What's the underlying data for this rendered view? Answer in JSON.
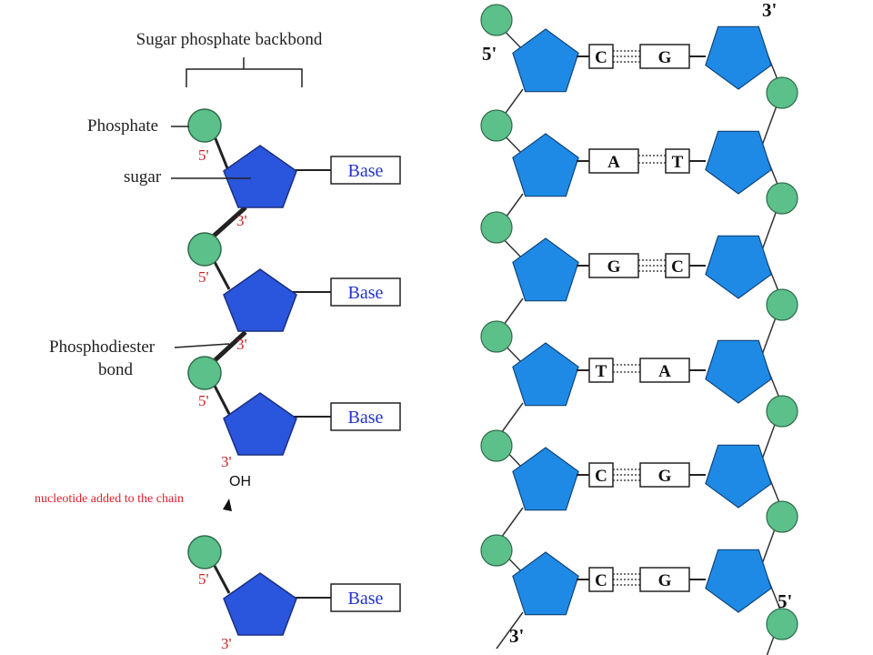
{
  "left": {
    "backbone_label": "Sugar phosphate backbond",
    "phosphate_label": "Phosphate",
    "sugar_label": "sugar",
    "phosphodiester_label_line1": "Phosphodiester",
    "phosphodiester_label_line2": "bond",
    "nucleotide_note": "nucleotide added to the chain",
    "oh_label": "OH",
    "five_prime": "5'",
    "three_prime": "3'",
    "base_label": "Base"
  },
  "right": {
    "strand1_top": "5'",
    "strand1_bottom": "3'",
    "strand2_top": "3'",
    "strand2_bottom": "5'",
    "pairs": [
      {
        "left": "C",
        "right": "G"
      },
      {
        "left": "A",
        "right": "T"
      },
      {
        "left": "G",
        "right": "C"
      },
      {
        "left": "T",
        "right": "A"
      },
      {
        "left": "C",
        "right": "G"
      },
      {
        "left": "C",
        "right": "G"
      }
    ]
  },
  "colors": {
    "phosphate": "#5cc08a",
    "sugar_left": "#2a55dd",
    "sugar_right": "#1e8ae6",
    "prime_red": "#cc2222",
    "base_text": "#2233cc"
  }
}
